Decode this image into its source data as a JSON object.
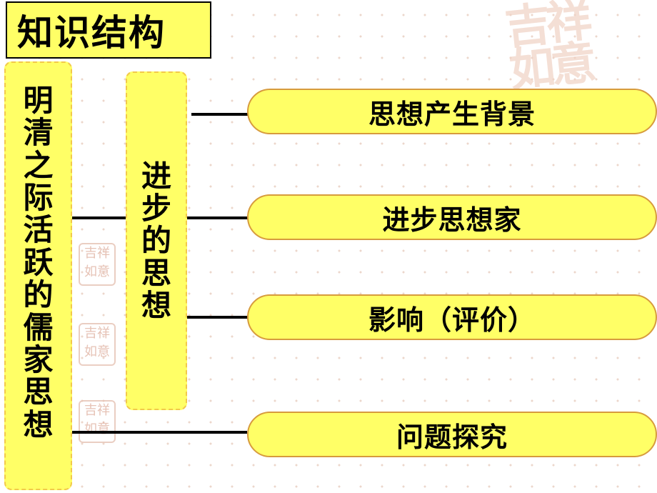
{
  "title": "知识结构",
  "main_topic": [
    "明",
    "清",
    "之",
    "际",
    "活",
    "跃",
    "的",
    "儒",
    "家",
    "思",
    "想"
  ],
  "sub_topic": [
    "进",
    "步",
    "的",
    "思",
    "想"
  ],
  "items": [
    {
      "label": "思想产生背景"
    },
    {
      "label": "进步思想家"
    },
    {
      "label": "影响（评价）"
    },
    {
      "label": "问题探究"
    }
  ],
  "decoration": {
    "seal_text": "吉祥如意"
  },
  "colors": {
    "box_fill": "#ffff66",
    "pill_border": "#d79b3d",
    "connector": "#000000"
  }
}
